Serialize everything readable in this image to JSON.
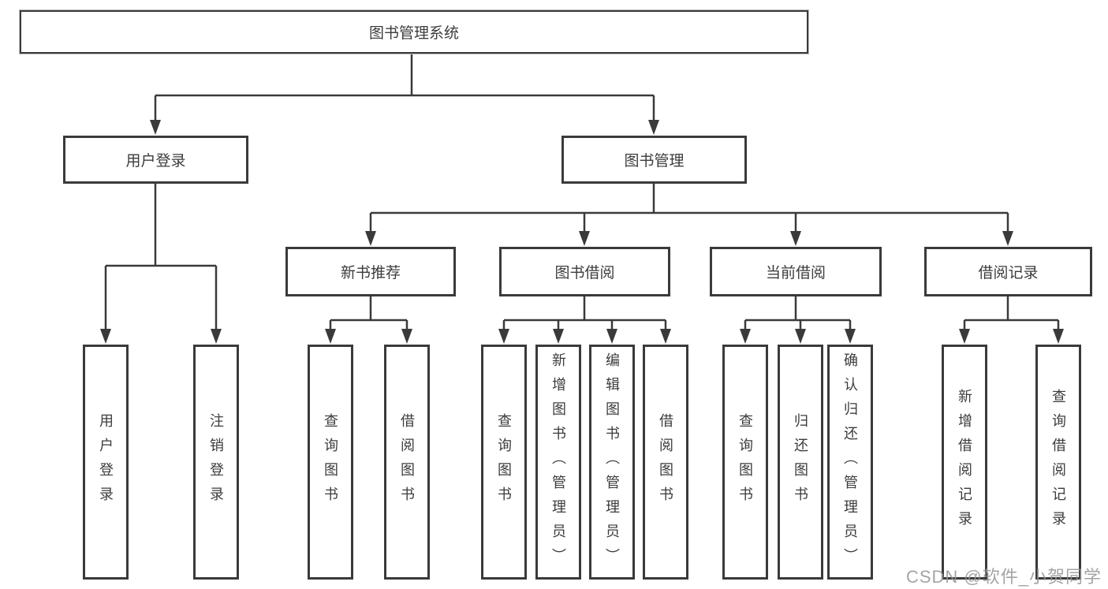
{
  "watermark": "CSDN @软件_小贺同学",
  "tree": {
    "root": "图书管理系统",
    "children": [
      {
        "label": "用户登录",
        "children": [
          "用户登录",
          "注销登录"
        ]
      },
      {
        "label": "图书管理",
        "children": [
          {
            "label": "新书推荐",
            "children": [
              "查询图书",
              "借阅图书"
            ]
          },
          {
            "label": "图书借阅",
            "children": [
              "查询图书",
              "新增图书（管理员）",
              "编辑图书（管理员）",
              "借阅图书"
            ]
          },
          {
            "label": "当前借阅",
            "children": [
              "查询图书",
              "归还图书",
              "确认归还（管理员）"
            ]
          },
          {
            "label": "借阅记录",
            "children": [
              "新增借阅记录",
              "查询借阅记录"
            ]
          }
        ]
      }
    ]
  }
}
